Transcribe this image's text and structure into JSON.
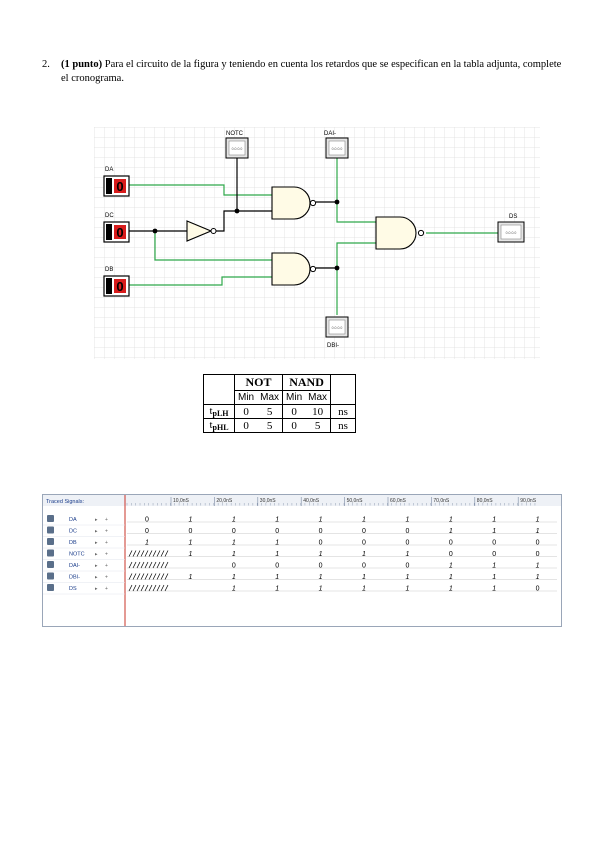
{
  "question": {
    "number": "2.",
    "points": "(1 punto)",
    "text": " Para el circuito de la figura y teniendo en cuenta los retardos que se especifican en la tabla adjunta, complete el cronograma."
  },
  "circuit": {
    "inputs": [
      {
        "name": "DA",
        "value": "0"
      },
      {
        "name": "DC",
        "value": "0"
      },
      {
        "name": "DB",
        "value": "0"
      }
    ],
    "probes": [
      {
        "name": "NOTC",
        "value": "0.0.0.0"
      },
      {
        "name": "DAI-",
        "value": "0.0.0.0"
      },
      {
        "name": "DBI-",
        "value": "0.0.0.0"
      },
      {
        "name": "DS",
        "value": "0.0.0.0"
      }
    ],
    "colors": {
      "wire_active": "#2ea84a",
      "wire": "#000000",
      "gate_fill": "#fffbe6",
      "led": "#d81c1c",
      "grid": "#d9d9d9"
    }
  },
  "delay_table": {
    "headers": [
      "NOT",
      "NAND"
    ],
    "subheaders": [
      "Min",
      "Max",
      "Min",
      "Max"
    ],
    "rows": [
      {
        "label": "t",
        "sub": "pLH",
        "values": [
          "0",
          "5",
          "0",
          "10"
        ],
        "unit": "ns"
      },
      {
        "label": "t",
        "sub": "pHL",
        "values": [
          "0",
          "5",
          "0",
          "5"
        ],
        "unit": "ns"
      }
    ]
  },
  "trace": {
    "title": "Traced Signals:",
    "time_labels": [
      "10,0nS",
      "20,0nS",
      "30,0nS",
      "40,0nS",
      "50,0nS",
      "60,0nS",
      "70,0nS",
      "80,0nS",
      "90,0nS"
    ],
    "signals": [
      {
        "name": "DA",
        "marks": [
          "0",
          "1",
          "1",
          "1",
          "1",
          "1",
          "1",
          "1",
          "1",
          "1"
        ]
      },
      {
        "name": "DC",
        "marks": [
          "0",
          "0",
          "0",
          "0",
          "0",
          "0",
          "0",
          "1",
          "1",
          "1"
        ]
      },
      {
        "name": "DB",
        "marks": [
          "1",
          "1",
          "1",
          "1",
          "0",
          "0",
          "0",
          "0",
          "0",
          "0"
        ]
      },
      {
        "name": "NOTC",
        "marks": [
          "",
          "1",
          "1",
          "1",
          "1",
          "1",
          "1",
          "0",
          "0",
          "0"
        ]
      },
      {
        "name": "DAI-",
        "marks": [
          "",
          "",
          "0",
          "0",
          "0",
          "0",
          "0",
          "1",
          "1",
          "1"
        ]
      },
      {
        "name": "DBI-",
        "marks": [
          "",
          "1",
          "1",
          "1",
          "1",
          "1",
          "1",
          "1",
          "1",
          "1"
        ]
      },
      {
        "name": "DS",
        "marks": [
          "",
          "",
          "1",
          "1",
          "1",
          "1",
          "1",
          "1",
          "1",
          "0"
        ]
      }
    ]
  }
}
